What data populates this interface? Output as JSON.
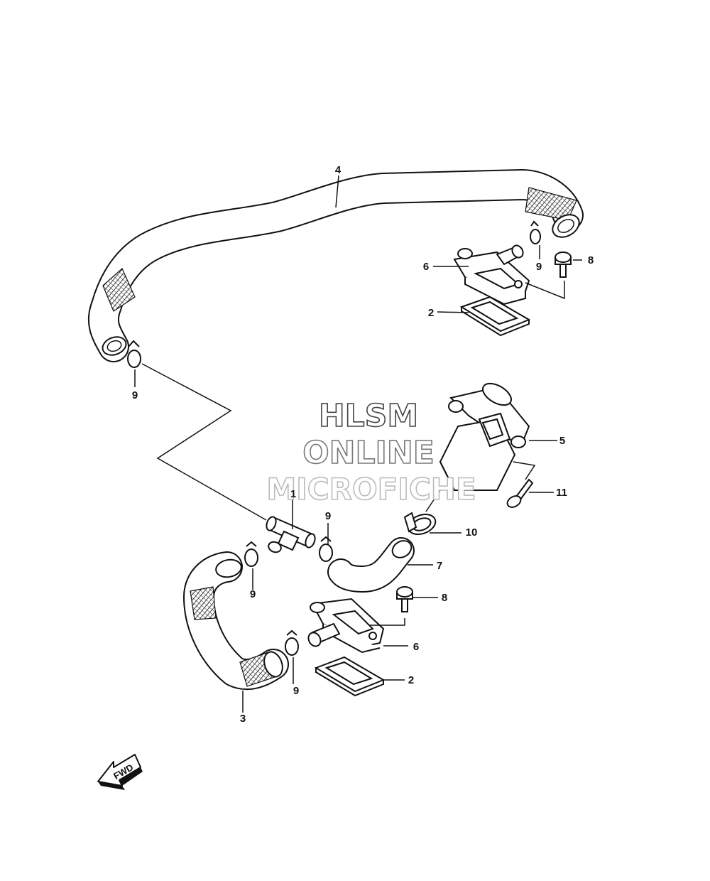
{
  "diagram": {
    "callouts": [
      {
        "id": "c1",
        "label": "1"
      },
      {
        "id": "c2a",
        "label": "2"
      },
      {
        "id": "c2b",
        "label": "2"
      },
      {
        "id": "c3",
        "label": "3"
      },
      {
        "id": "c4",
        "label": "4"
      },
      {
        "id": "c5",
        "label": "5"
      },
      {
        "id": "c6a",
        "label": "6"
      },
      {
        "id": "c6b",
        "label": "6"
      },
      {
        "id": "c7",
        "label": "7"
      },
      {
        "id": "c8a",
        "label": "8"
      },
      {
        "id": "c8b",
        "label": "8"
      },
      {
        "id": "c9a",
        "label": "9"
      },
      {
        "id": "c9b",
        "label": "9"
      },
      {
        "id": "c9c",
        "label": "9"
      },
      {
        "id": "c9d",
        "label": "9"
      },
      {
        "id": "c9e",
        "label": "9"
      },
      {
        "id": "c10",
        "label": "10"
      },
      {
        "id": "c11",
        "label": "11"
      }
    ],
    "direction_arrow": {
      "label": "FWD",
      "icon": "fwd-arrow-icon"
    }
  },
  "watermark": {
    "line1": "HLSM",
    "line2": "ONLINE",
    "line3": "MICROFICHE"
  },
  "colors": {
    "line": "#111111",
    "watermark_stroke": "#555555",
    "background": "#ffffff"
  }
}
